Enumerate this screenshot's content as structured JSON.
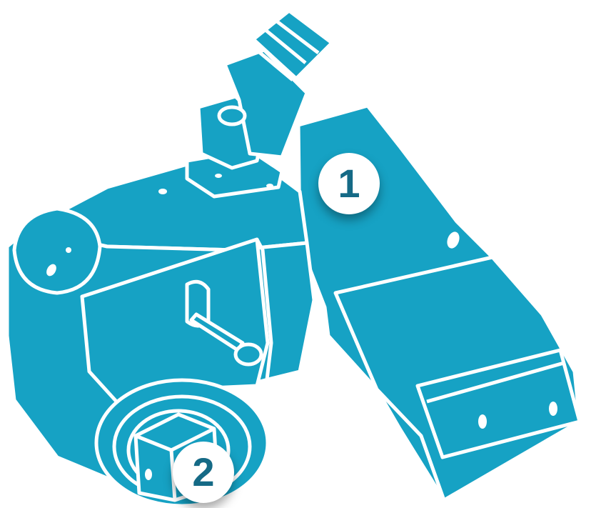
{
  "colors": {
    "tool_body": "#16a2c4",
    "outline": "#ffffff",
    "label_text": "#156a86",
    "background": "#ffffff"
  },
  "callouts": [
    {
      "label": "1",
      "part": "reaction-arm"
    },
    {
      "label": "2",
      "part": "square-drive"
    }
  ]
}
